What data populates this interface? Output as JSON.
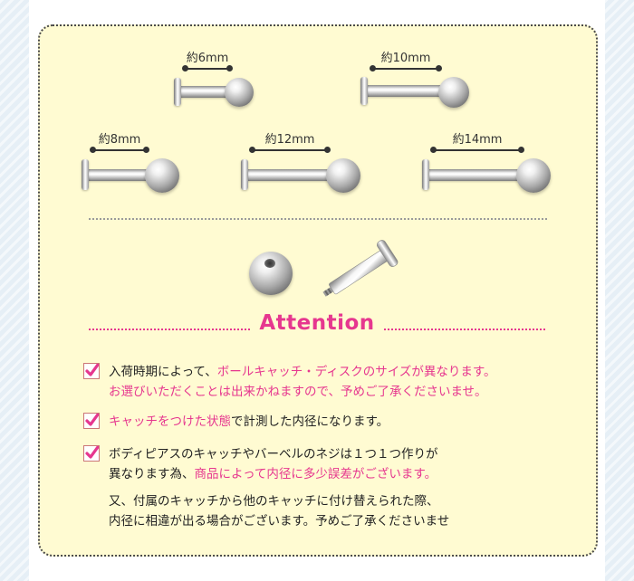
{
  "pins": [
    {
      "label": "約6mm"
    },
    {
      "label": "約10mm"
    },
    {
      "label": "約8mm"
    },
    {
      "label": "約12mm"
    },
    {
      "label": "約14mm"
    }
  ],
  "attention": {
    "title": "Attention"
  },
  "notes": [
    {
      "lines": [
        [
          {
            "text": "入荷時期によって、",
            "pink": false
          },
          {
            "text": "ボールキャッチ・ディスクのサイズが異なります。",
            "pink": true
          }
        ],
        [
          {
            "text": "お選びいただくことは出来かねますので、予めご了承くださいませ。",
            "pink": true
          }
        ]
      ]
    },
    {
      "lines": [
        [
          {
            "text": "キャッチをつけた状態",
            "pink": true
          },
          {
            "text": "で計測した内径になります。",
            "pink": false
          }
        ]
      ]
    },
    {
      "lines": [
        [
          {
            "text": "ボディピアスのキャッチやバーベルのネジは１つ１つ作りが",
            "pink": false
          }
        ],
        [
          {
            "text": "異なります為、",
            "pink": false
          },
          {
            "text": "商品によって内径に多少誤差がございます。",
            "pink": true
          }
        ]
      ],
      "extra_lines": [
        [
          {
            "text": "又、付属のキャッチから他のキャッチに付け替えられた際、",
            "pink": false
          }
        ],
        [
          {
            "text": "内径に相違が出る場合がございます。予めご了承くださいませ",
            "pink": false
          }
        ]
      ]
    }
  ],
  "colors": {
    "accent": "#e6378f",
    "panel": "#fffbd2",
    "border": "#4a4a4a"
  }
}
